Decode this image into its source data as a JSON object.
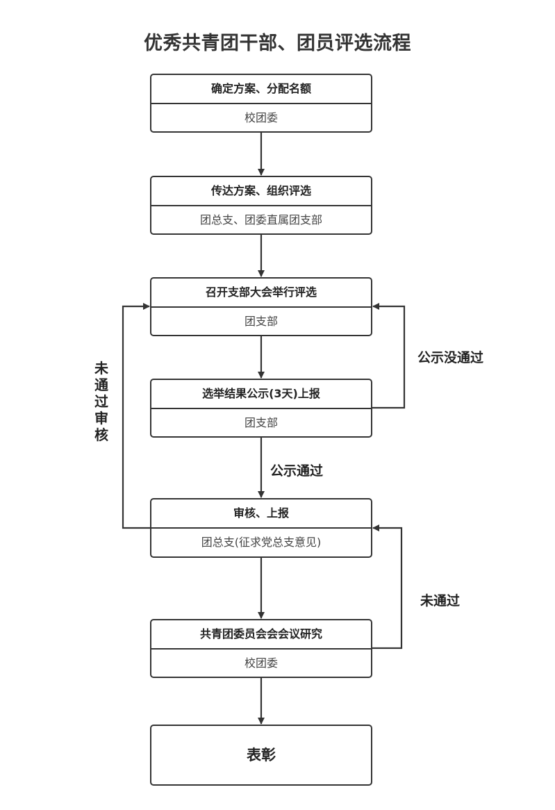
{
  "title": "优秀共青团干部、团员评选流程",
  "steps": [
    {
      "action": "确定方案、分配名额",
      "actor": "校团委"
    },
    {
      "action": "传达方案、组织评选",
      "actor": "团总支、团委直属团支部"
    },
    {
      "action": "召开支部大会举行评选",
      "actor": "团支部"
    },
    {
      "action": "选举结果公示(3天)上报",
      "actor": "团支部"
    },
    {
      "action": "审核、上报",
      "actor": "团总支(征求党总支意见)"
    },
    {
      "action": "共青团委员会会会议研究",
      "actor": "校团委"
    },
    {
      "action": "表彰"
    }
  ],
  "edges": {
    "publicity_failed": "公示没通过",
    "publicity_passed": "公示通过",
    "review_failed": [
      "未",
      "通",
      "过",
      "审",
      "核"
    ],
    "not_passed": "未通过"
  }
}
